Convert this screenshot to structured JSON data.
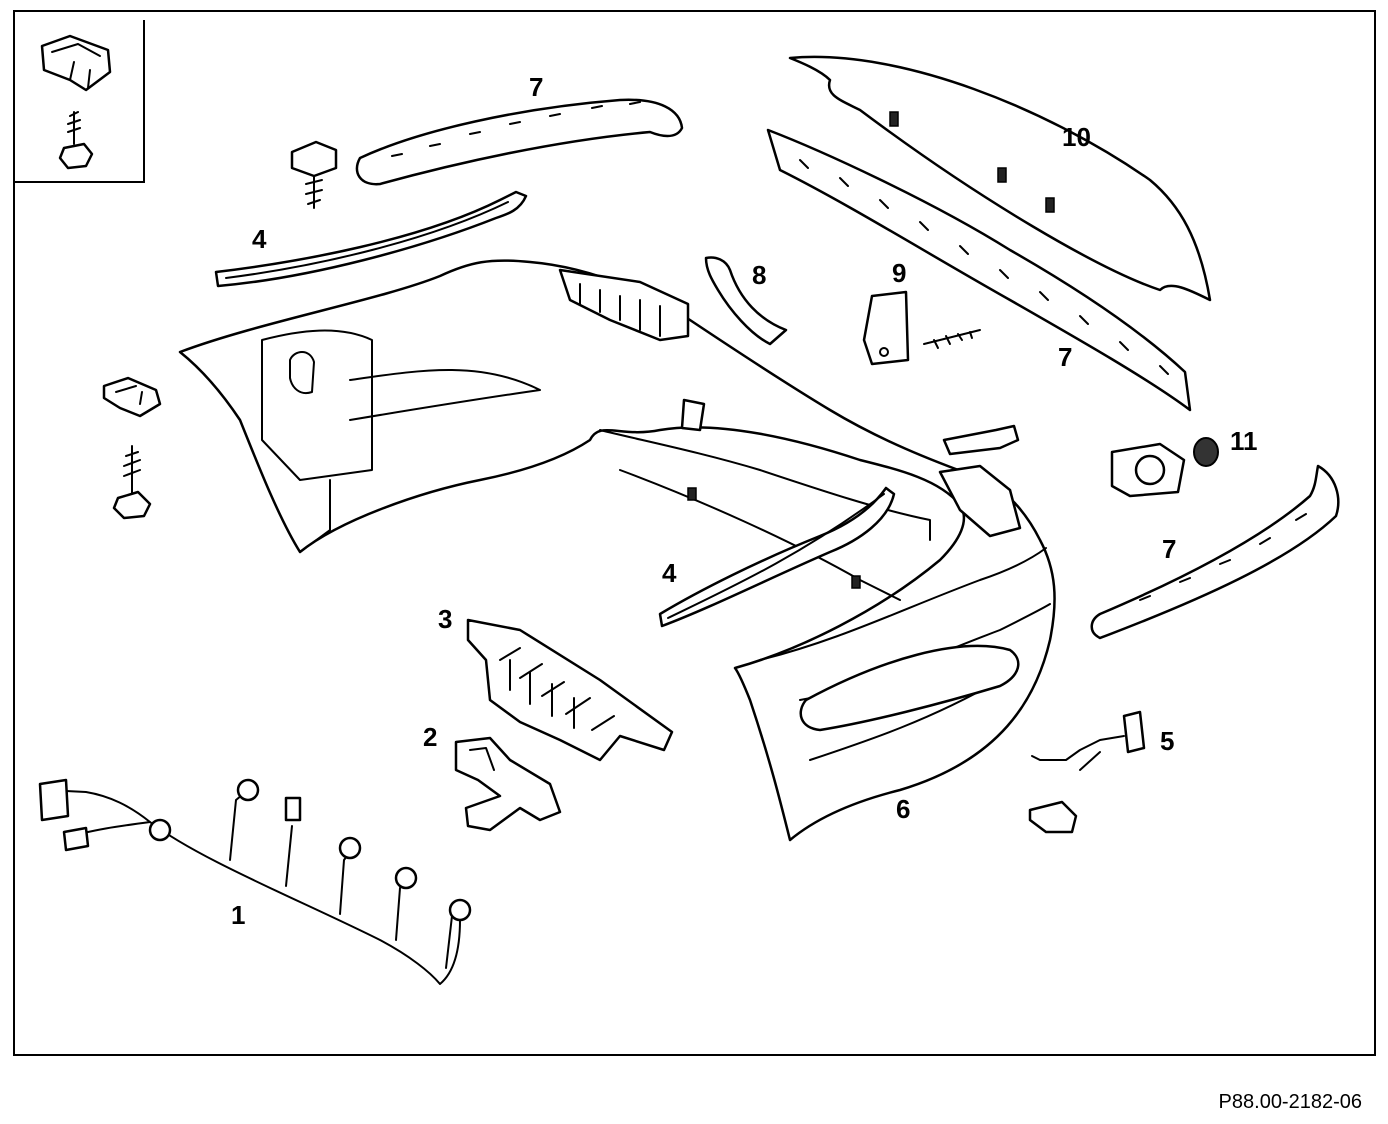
{
  "callouts": {
    "c1": "1",
    "c2": "2",
    "c3": "3",
    "c4a": "4",
    "c4b": "4",
    "c5": "5",
    "c6": "6",
    "c7a": "7",
    "c7b": "7",
    "c7c": "7",
    "c8": "8",
    "c9": "9",
    "c10": "10",
    "c11": "11"
  },
  "reference_code": "P88.00-2182-06"
}
